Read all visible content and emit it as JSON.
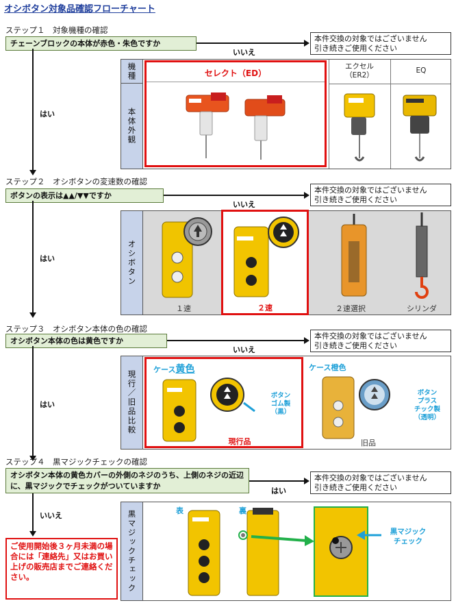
{
  "title": "オシボタン対象品確認フローチャート",
  "notice": "本件交換の対象ではございません\n引き続きご使用ください",
  "answers": {
    "no": "いいえ",
    "yes": "はい"
  },
  "step1": {
    "label": "ステップ１　対象機種の確認",
    "question": "チェーンブロックの本体が赤色・朱色ですか",
    "side_top": "機種",
    "side_bottom": "本体外観",
    "models": [
      "セレクト（ED）",
      "エクセル\n（ER2）",
      "EQ"
    ]
  },
  "step2": {
    "label": "ステップ２　オシボタンの変速数の確認",
    "question": "ボタンの表示は▲▲/▼▼ですか",
    "side": "オシボタン",
    "captions": [
      "１速",
      "２速",
      "２速選択",
      "シリンダ"
    ]
  },
  "step3": {
    "label": "ステップ３　オシボタン本体の色の確認",
    "question": "オシボタン本体の色は黄色ですか",
    "side": "現行／旧品比較",
    "current_title_prefix": "ケース",
    "current_title_color": "黄色",
    "current_note": "ボタン\nゴム製\n（黒）",
    "current_caption": "現行品",
    "old_title": "ケース橙色",
    "old_note": "ボタン\nプラス\nチック製\n（透明）",
    "old_caption": "旧品"
  },
  "step4": {
    "label": "ステップ４　黒マジックチェックの確認",
    "question": "オシボタン本体の黄色カバーの外側のネジのうち、上側のネジの近辺に、黒マジックでチェックがついていますか",
    "side": "黒マジックチェック",
    "front": "表",
    "back": "裏",
    "magic_note": "黒マジック\nチェック",
    "final": "ご使用開始後３ヶ月未満の場合には「連絡先」又はお買い上げの販売店までご連絡ください。"
  },
  "colors": {
    "accent_red": "#e01010",
    "accent_blue": "#1ea0d8",
    "title_blue": "#1f3e9c",
    "question_bg": "#e2efd6",
    "side_bg": "#c7d3ea"
  }
}
